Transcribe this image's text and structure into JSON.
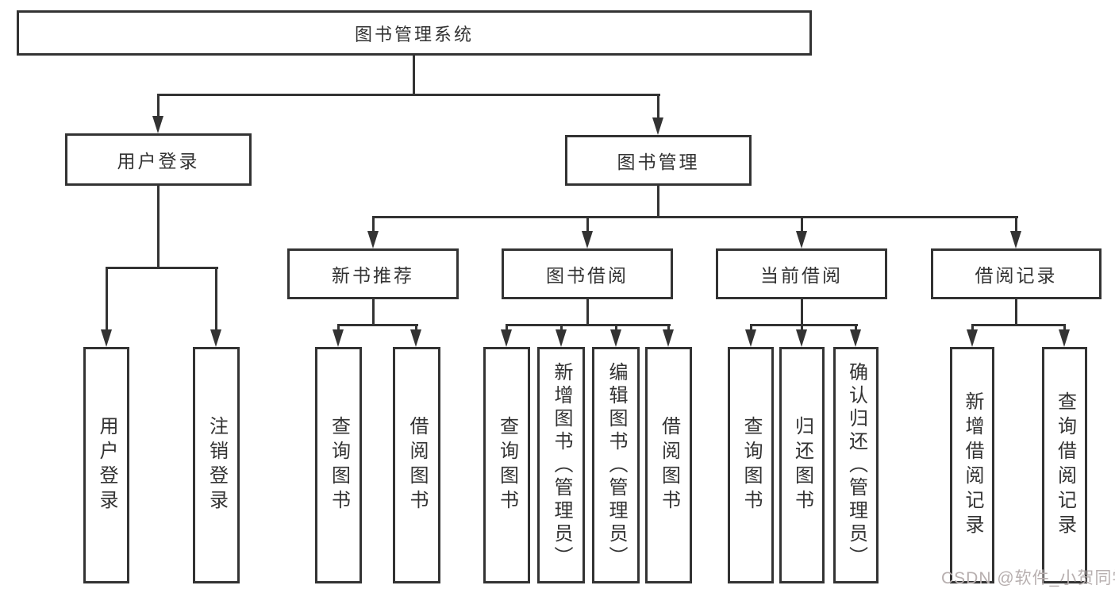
{
  "tree": {
    "root": {
      "label": "图书管理系统"
    },
    "level2": [
      {
        "id": "user-login",
        "label": "用户登录"
      },
      {
        "id": "book-management",
        "label": "图书管理"
      }
    ],
    "level3": [
      {
        "id": "new-book-recommend",
        "parent": "book-management",
        "label": "新书推荐"
      },
      {
        "id": "book-borrowing",
        "parent": "book-management",
        "label": "图书借阅"
      },
      {
        "id": "current-borrowing",
        "parent": "book-management",
        "label": "当前借阅"
      },
      {
        "id": "borrowing-records",
        "parent": "book-management",
        "label": "借阅记录"
      }
    ],
    "leaves": [
      {
        "parent": "user-login",
        "label": "用户登录"
      },
      {
        "parent": "user-login",
        "label": "注销登录"
      },
      {
        "parent": "new-book-recommend",
        "label": "查询图书"
      },
      {
        "parent": "new-book-recommend",
        "label": "借阅图书"
      },
      {
        "parent": "book-borrowing",
        "label": "查询图书"
      },
      {
        "parent": "book-borrowing",
        "label": "新增图书（管理员）"
      },
      {
        "parent": "book-borrowing",
        "label": "编辑图书（管理员）"
      },
      {
        "parent": "book-borrowing",
        "label": "借阅图书"
      },
      {
        "parent": "current-borrowing",
        "label": "查询图书"
      },
      {
        "parent": "current-borrowing",
        "label": "归还图书"
      },
      {
        "parent": "current-borrowing",
        "label": "确认归还（管理员）"
      },
      {
        "parent": "borrowing-records",
        "label": "新增借阅记录"
      },
      {
        "parent": "borrowing-records",
        "label": "查询借阅记录"
      }
    ]
  },
  "watermark": {
    "text": "CSDN @软件_小贺同学"
  },
  "colors": {
    "line": "#333333",
    "text": "#333333",
    "box_background": "#ffffff",
    "page_background": "#ffffff",
    "watermark": "#b7afaf"
  }
}
